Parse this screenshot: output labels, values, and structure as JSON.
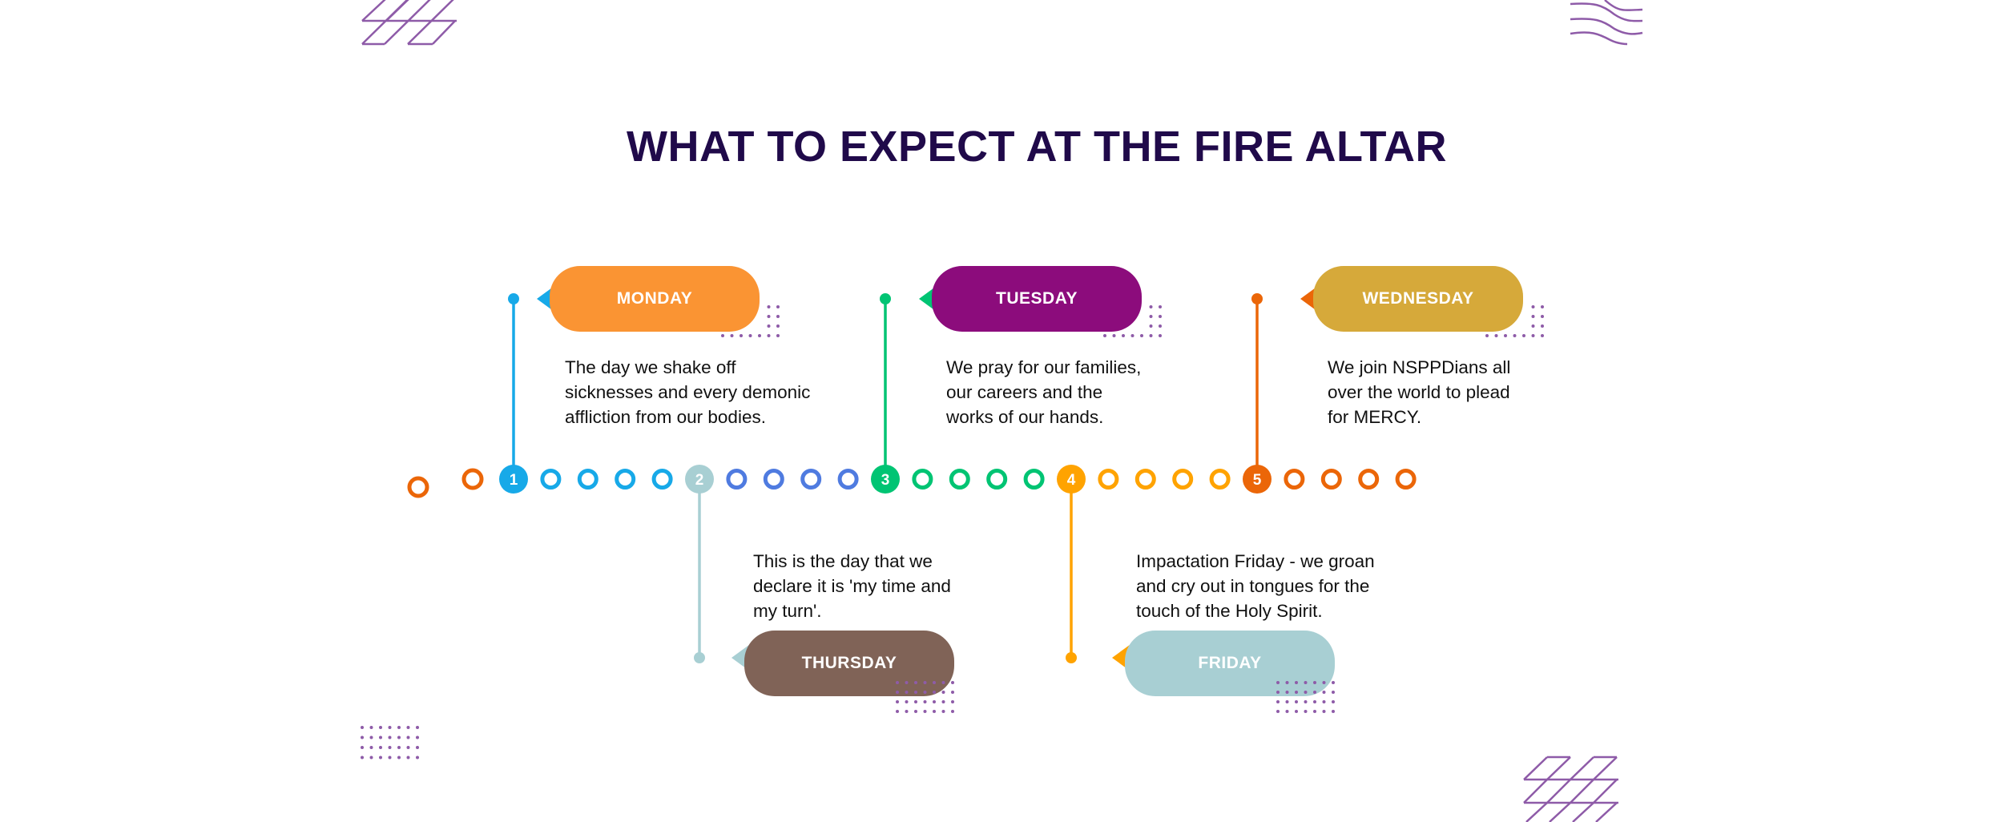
{
  "title": "WHAT TO EXPECT AT THE FIRE ALTAR",
  "colors": {
    "title": "#200A4A",
    "decor": "#8E5BA8"
  },
  "days": [
    {
      "label": "MONDAY",
      "number": "1",
      "text": "The day we shake off\nsicknesses and every demonic\naffliction from our bodies.",
      "pill_color": "#FA9433",
      "line_color": "#17A9E8"
    },
    {
      "label": "THURSDAY",
      "number": "2",
      "text": "This is the day that we\ndeclare it is 'my time and\nmy turn'.",
      "pill_color": "#806357",
      "line_color": "#A8CFD3"
    },
    {
      "label": "TUESDAY",
      "number": "3",
      "text": "We pray for our families,\nour careers and the\nworks of our hands.",
      "pill_color": "#8C0C7C",
      "line_color": "#00C473"
    },
    {
      "label": "FRIDAY",
      "number": "4",
      "text": "Impactation Friday - we  groan\nand cry out in tongues for the\ntouch of the Holy Spirit.",
      "pill_color": "#A8CFD3",
      "line_color": "#FFA300"
    },
    {
      "label": "WEDNESDAY",
      "number": "5",
      "text": "We join  NSPPDians all\nover the world to plead\nfor MERCY.",
      "pill_color": "#D6A93A",
      "line_color": "#EB6608"
    }
  ],
  "ring_colors": [
    "#17A9E8",
    "#4F7BE0",
    "#00C473",
    "#FFA300",
    "#EB6608"
  ],
  "lead_color": "#EB6608"
}
